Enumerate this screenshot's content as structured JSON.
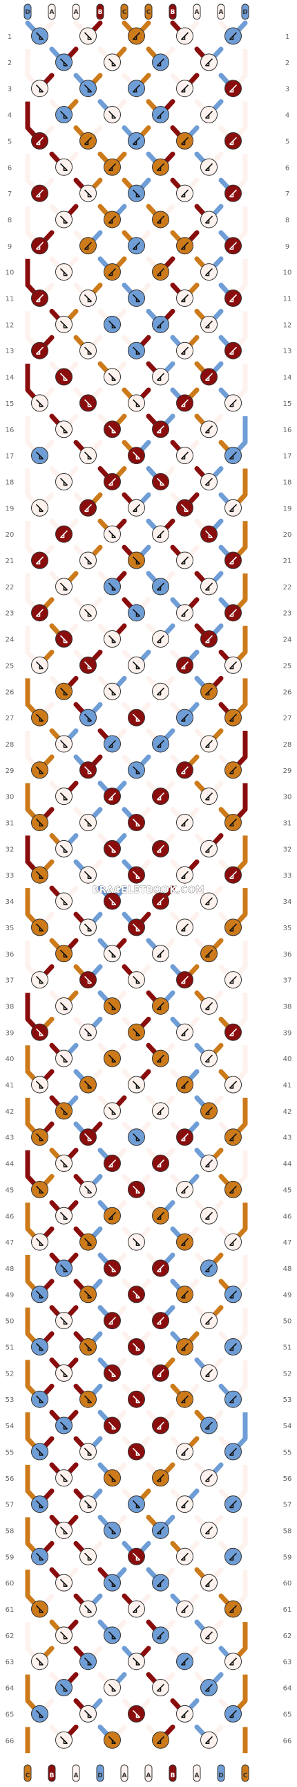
{
  "colors": {
    "A": "#fdf2ee",
    "B": "#8a0d0d",
    "C": "#cc7a1a",
    "D": "#6f9dd6"
  },
  "strands": [
    "D",
    "A",
    "A",
    "B",
    "C",
    "C",
    "B",
    "A",
    "A",
    "D"
  ],
  "row_count": 66,
  "watermark": "BRACELETBOOK.COM",
  "rows": [
    [
      "DR",
      "AR",
      "CL",
      "AL",
      "DL"
    ],
    [
      "DR",
      "AR",
      "DL",
      "AL"
    ],
    [
      "AR",
      "DR",
      "DL",
      "AL",
      "BL"
    ],
    [
      "DR",
      "AR",
      "DL",
      "AL"
    ],
    [
      "BL",
      "CL",
      "DL",
      "CL",
      "BL"
    ],
    [
      "AR",
      "CL",
      "CL",
      "AL"
    ],
    [
      "BL",
      "AR",
      "DR",
      "AL",
      "BL"
    ],
    [
      "AR",
      "CL",
      "CL",
      "AL"
    ],
    [
      "BL",
      "CL",
      "DL",
      "CL",
      "BL"
    ],
    [
      "AR",
      "CL",
      "CL",
      "AL"
    ],
    [
      "BL",
      "AR",
      "DR",
      "AL",
      "BL"
    ],
    [
      "AR",
      "DR",
      "DL",
      "AL"
    ],
    [
      "BL",
      "AR",
      "DR",
      "AL",
      "BL"
    ],
    [
      "BR",
      "AR",
      "AL",
      "BL"
    ],
    [
      "AR",
      "BR",
      "AR",
      "BL",
      "AL"
    ],
    [
      "AR",
      "BR",
      "BL",
      "AL"
    ],
    [
      "DR",
      "AR",
      "BR",
      "AL",
      "DL"
    ],
    [
      "AR",
      "BL",
      "BR",
      "AL"
    ],
    [
      "AR",
      "BL",
      "AL",
      "BR",
      "AL"
    ],
    [
      "BL",
      "AR",
      "AL",
      "BR"
    ],
    [
      "BL",
      "AR",
      "CR",
      "AL",
      "BL"
    ],
    [
      "AR",
      "DR",
      "DL",
      "AL"
    ],
    [
      "BL",
      "AR",
      "DR",
      "AL",
      "BL"
    ],
    [
      "BR",
      "AR",
      "AL",
      "BL"
    ],
    [
      "AR",
      "BR",
      "AR",
      "BL",
      "AL"
    ],
    [
      "CR",
      "AR",
      "AL",
      "CL"
    ],
    [
      "CR",
      "DR",
      "BR",
      "DL",
      "CL"
    ],
    [
      "AR",
      "DL",
      "DL",
      "AL"
    ],
    [
      "CR",
      "BR",
      "DR",
      "BL",
      "CL"
    ],
    [
      "AR",
      "BL",
      "BL",
      "AL"
    ],
    [
      "CR",
      "AR",
      "BR",
      "AL",
      "CL"
    ],
    [
      "AR",
      "BR",
      "BL",
      "AL"
    ],
    [
      "CR",
      "AR",
      "BR",
      "AL",
      "BL"
    ],
    [
      "AR",
      "BR",
      "BL",
      "AL"
    ],
    [
      "CR",
      "AR",
      "BR",
      "AL",
      "CL"
    ],
    [
      "CR",
      "AR",
      "AL",
      "CL"
    ],
    [
      "AR",
      "BR",
      "AR",
      "BL",
      "AL"
    ],
    [
      "AR",
      "CR",
      "CL",
      "AL"
    ],
    [
      "BR",
      "AR",
      "CR",
      "AL",
      "BL"
    ],
    [
      "AR",
      "CR",
      "CL",
      "AL"
    ],
    [
      "AR",
      "CR",
      "AR",
      "CL",
      "AL"
    ],
    [
      "CR",
      "AR",
      "AL",
      "CL"
    ],
    [
      "CR",
      "BR",
      "DR",
      "BL",
      "CL"
    ],
    [
      "AR",
      "BL",
      "BL",
      "AL"
    ],
    [
      "CR",
      "AR",
      "BR",
      "AL",
      "CL"
    ],
    [
      "AR",
      "CL",
      "CL",
      "AL"
    ],
    [
      "AR",
      "CR",
      "AR",
      "CL",
      "AL"
    ],
    [
      "DR",
      "BR",
      "BL",
      "DL"
    ],
    [
      "DR",
      "CR",
      "BR",
      "CL",
      "DL"
    ],
    [
      "AR",
      "BL",
      "BL",
      "AL"
    ],
    [
      "DR",
      "CR",
      "BR",
      "CL",
      "DL"
    ],
    [
      "AR",
      "BR",
      "BL",
      "AL"
    ],
    [
      "DR",
      "CR",
      "BR",
      "CL",
      "DL"
    ],
    [
      "DR",
      "BR",
      "BL",
      "DL"
    ],
    [
      "DR",
      "AR",
      "BR",
      "AL",
      "DL"
    ],
    [
      "AR",
      "CR",
      "CL",
      "AL"
    ],
    [
      "DR",
      "AR",
      "DR",
      "AL",
      "DL"
    ],
    [
      "AR",
      "DR",
      "DL",
      "AL"
    ],
    [
      "DR",
      "AR",
      "BR",
      "AL",
      "DL"
    ],
    [
      "AR",
      "DR",
      "DL",
      "AL"
    ],
    [
      "CR",
      "AR",
      "AL",
      "AL",
      "CL"
    ],
    [
      "AR",
      "DR",
      "DL",
      "AL"
    ],
    [
      "AR",
      "DR",
      "AR",
      "DL",
      "AL"
    ],
    [
      "DR",
      "AR",
      "AL",
      "DL"
    ],
    [
      "DR",
      "AR",
      "BR",
      "AL",
      "DL"
    ],
    [
      "AR",
      "CR",
      "CL",
      "AL"
    ]
  ]
}
